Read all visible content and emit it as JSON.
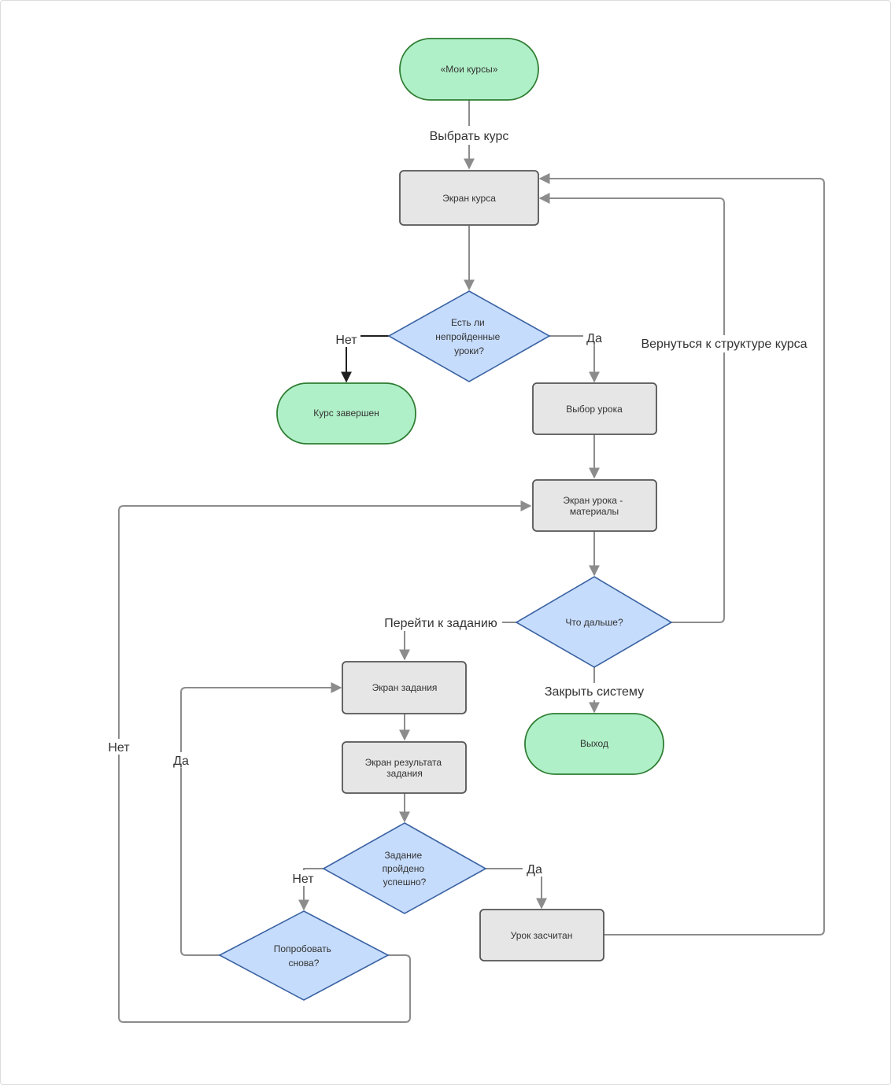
{
  "nodes": {
    "my_courses": "«Мои курсы»",
    "course_screen": "Экран курса",
    "has_lessons": [
      "Есть ли",
      "непройденные",
      "уроки?"
    ],
    "course_done": "Курс завершен",
    "lesson_choice": "Выбор урока",
    "lesson_materials": [
      "Экран урока -",
      "материалы"
    ],
    "whats_next": "Что дальше?",
    "task_screen": "Экран задания",
    "exit": "Выход",
    "task_result": [
      "Экран результата",
      "задания"
    ],
    "task_passed": [
      "Задание",
      "пройдено",
      "успешно?"
    ],
    "try_again": [
      "Попробовать",
      "снова?"
    ],
    "lesson_counted": "Урок засчитан"
  },
  "edges": {
    "choose_course": "Выбрать курс",
    "no_1": "Нет",
    "yes_1": "Да",
    "back_to_structure": "Вернуться к структуре курса",
    "go_to_task": "Перейти к заданию",
    "close_system": "Закрыть систему",
    "no_outer": "Нет",
    "yes_retry": "Да",
    "no_2": "Нет",
    "yes_2": "Да"
  },
  "colors": {
    "terminal_fill": "#b0f0c8",
    "terminal_stroke": "#2e7d32",
    "process_fill": "#e6e6e6",
    "process_stroke": "#555555",
    "decision_fill": "#c6dcfc",
    "decision_stroke": "#3b63a3",
    "edge": "#8c8c8c"
  }
}
